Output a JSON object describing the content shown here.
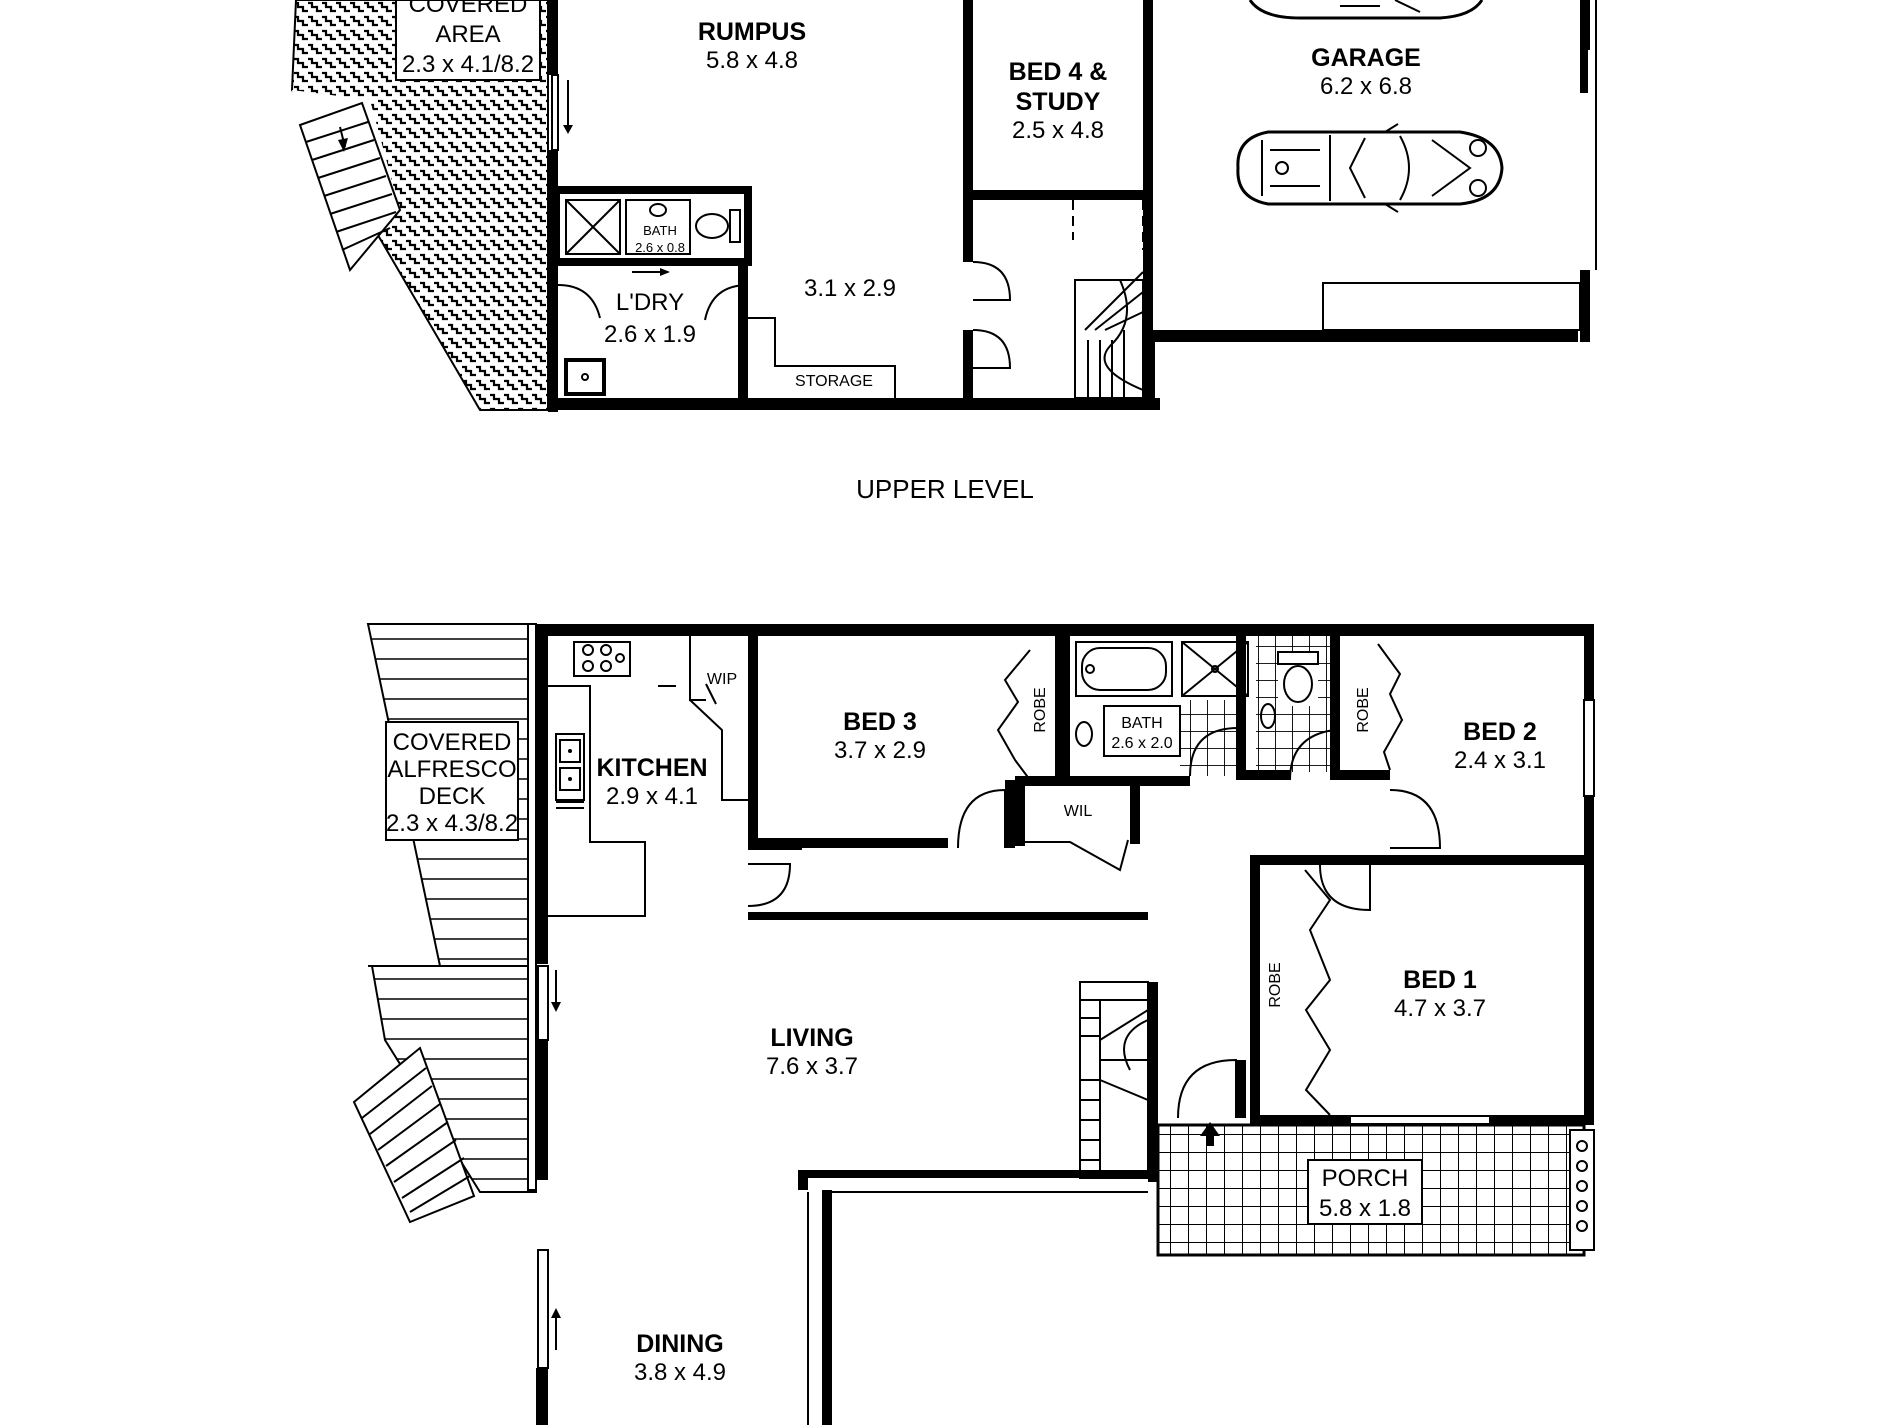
{
  "levels": {
    "upper": {
      "title": "UPPER LEVEL",
      "rooms": {
        "covered_area": {
          "line1": "COVERED",
          "line2": "AREA",
          "size": "2.3 x 4.1/8.2"
        },
        "rumpus": {
          "name": "RUMPUS",
          "size": "5.8 x 4.8"
        },
        "bed4": {
          "line1": "BED 4 &",
          "line2": "STUDY",
          "size": "2.5 x 4.8"
        },
        "garage": {
          "name": "GARAGE",
          "size": "6.2 x 6.8"
        },
        "bath": {
          "name": "BATH",
          "size": "2.6 x 0.8"
        },
        "laundry": {
          "name": "L'DRY",
          "size": "2.6 x 1.9"
        },
        "hall_size": "3.1 x 2.9",
        "storage": "STORAGE"
      }
    },
    "lower": {
      "rooms": {
        "alfresco": {
          "line1": "COVERED",
          "line2": "ALFRESCO",
          "line3": "DECK",
          "size": "2.3 x 4.3/8.2"
        },
        "wip": "WIP",
        "kitchen": {
          "name": "KITCHEN",
          "size": "2.9 x 4.1"
        },
        "bed3": {
          "name": "BED 3",
          "size": "3.7 x 2.9"
        },
        "robe_bed3": "ROBE",
        "bath": {
          "name": "BATH",
          "size": "2.6 x 2.0"
        },
        "robe_bed2": "ROBE",
        "bed2": {
          "name": "BED 2",
          "size": "2.4 x 3.1"
        },
        "wil": "WIL",
        "living": {
          "name": "LIVING",
          "size": "7.6 x 3.7"
        },
        "robe_bed1": "ROBE",
        "bed1": {
          "name": "BED 1",
          "size": "4.7 x 3.7"
        },
        "porch": {
          "name": "PORCH",
          "size": "5.8 x 1.8"
        },
        "dining": {
          "name": "DINING",
          "size": "3.8 x 4.9"
        }
      }
    }
  }
}
